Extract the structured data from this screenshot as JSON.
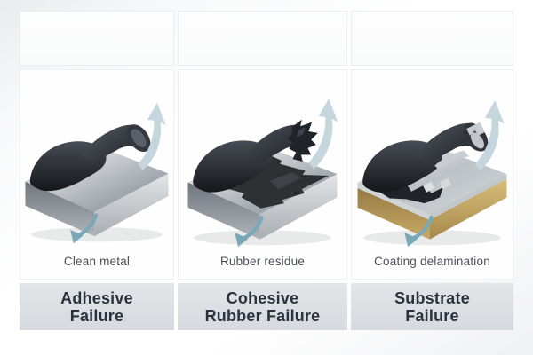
{
  "figure": {
    "description": "Three-panel illustration of rubber-to-metal bond failure modes"
  },
  "colors": {
    "arrow_up": "#c6d6de",
    "arrow_down": "#79a9b8",
    "caption_text": "#4a5058",
    "title_text": "#2c323d",
    "band_top": "#e3e6e9",
    "band_bottom": "#d6dade",
    "panel_bg": "#fefefe",
    "panel_border": "#eef0f1",
    "rubber_dark": "#202429",
    "metal_silver": "#c3c7cb",
    "residue_dark": "#2e3134",
    "gold_substrate": "#b99a58",
    "coating_silver": "#c9cdd1"
  },
  "panels": [
    {
      "id": "adhesive",
      "caption": "Clean metal",
      "title_line1": "Adhesive",
      "title_line2": "Failure"
    },
    {
      "id": "cohesive",
      "caption": "Rubber residue",
      "title_line1": "Cohesive",
      "title_line2": "Rubber Failure"
    },
    {
      "id": "substrate",
      "caption": "Coating delamination",
      "title_line1": "Substrate",
      "title_line2": "Failure"
    }
  ]
}
